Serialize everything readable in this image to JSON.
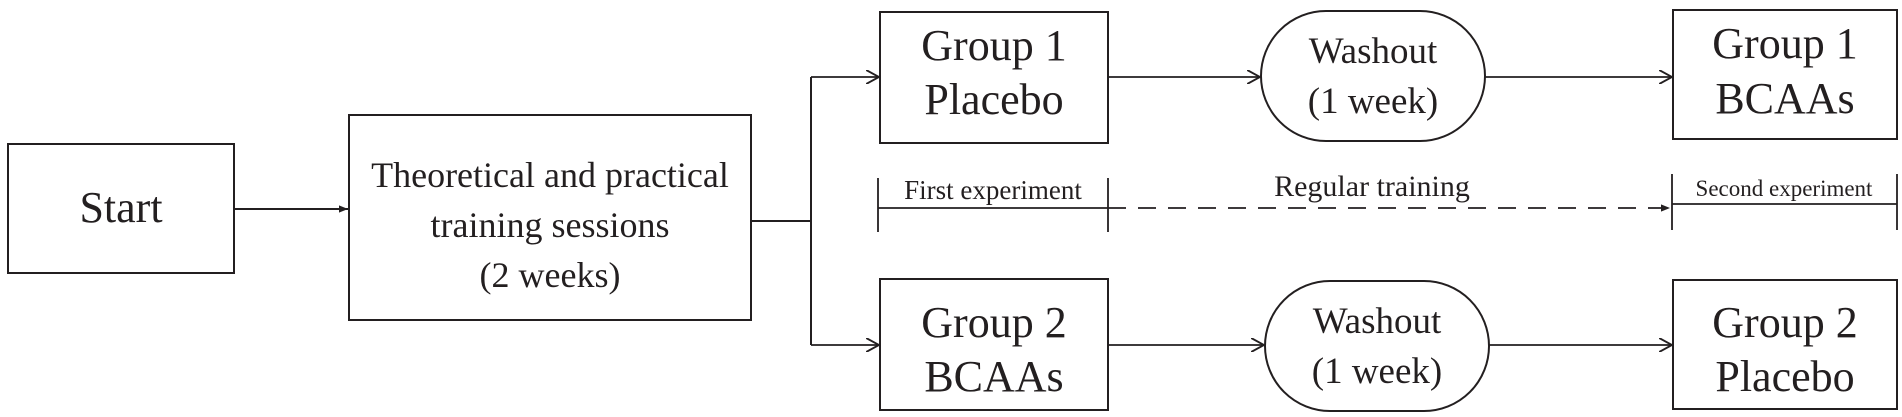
{
  "nodes": {
    "start": {
      "lines": [
        "Start"
      ]
    },
    "training": {
      "lines": [
        "Theoretical and practical",
        "training sessions",
        "(2 weeks)"
      ]
    },
    "g1_first": {
      "lines": [
        "Group 1",
        "Placebo"
      ]
    },
    "g1_washout": {
      "lines": [
        "Washout",
        "(1 week)"
      ]
    },
    "g1_second": {
      "lines": [
        "Group 1",
        "BCAAs"
      ]
    },
    "g2_first": {
      "lines": [
        "Group 2",
        "BCAAs"
      ]
    },
    "g2_washout": {
      "lines": [
        "Washout",
        "(1 week)"
      ]
    },
    "g2_second": {
      "lines": [
        "Group 2",
        "Placebo"
      ]
    }
  },
  "timeline": {
    "first_experiment": "First experiment",
    "regular_training": "Regular training",
    "second_experiment": "Second experiment"
  },
  "colors": {
    "stroke": "#231f20",
    "background": "#ffffff"
  }
}
